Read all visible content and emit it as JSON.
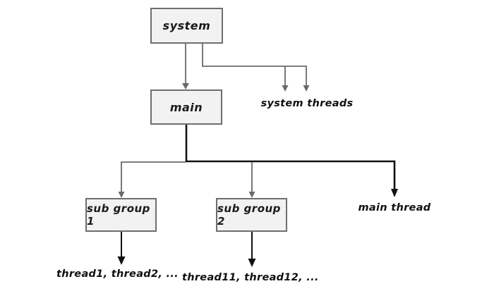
{
  "diagram": {
    "nodes": {
      "system": "system",
      "main": "main",
      "sub_group_1": "sub group 1",
      "sub_group_2": "sub group 2"
    },
    "annotations": {
      "system_threads": "system threads",
      "main_thread": "main thread",
      "sub1_threads": "thread1, thread2, ...",
      "sub2_threads": "thread11, thread12, ..."
    },
    "colors": {
      "background": "#ffffff",
      "box_fill": "#f2f2f2",
      "box_border": "#6e6e6e",
      "connector_gray": "#6a6a6a",
      "connector_black": "#111111"
    }
  }
}
